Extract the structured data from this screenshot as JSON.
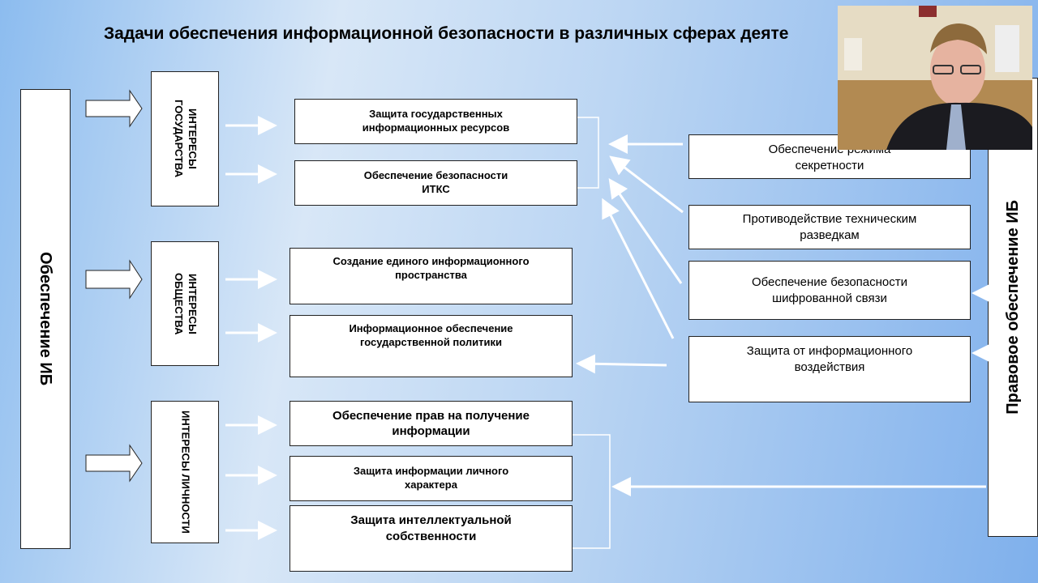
{
  "title": "Задачи обеспечения информационной безопасности в различных сферах деяте",
  "left_label": "Обеспечение ИБ",
  "right_label": "Правовое обеспечение ИБ",
  "interests": {
    "state": "ИНТЕРЕСЫ ГОСУДАРСТВА",
    "society": "ИНТЕРЕСЫ ОБЩЕСТВА",
    "person": "ИНТЕРЕСЫ ЛИЧНОСТИ"
  },
  "tasks": {
    "state_1": "Защита государственных информационных ресурсов",
    "state_2": "Обеспечение безопасности ИТКС",
    "society_1": "Создание единого информационного пространства",
    "society_2": "Информационное обеспечение государственной политики",
    "person_1": "Обеспечение прав на получение информации",
    "person_2": "Защита информации личного характера",
    "person_3": "Защита интеллектуальной собственности"
  },
  "measures": {
    "m1": "Обеспечение режима секретности",
    "m2": "Противодействие техническим разведкам",
    "m3": "Обеспечение безопасности шифрованной связи",
    "m4": "Защита от информационного воздействия"
  },
  "colors": {
    "arrow": "#ffffff",
    "box_border": "#222222"
  }
}
